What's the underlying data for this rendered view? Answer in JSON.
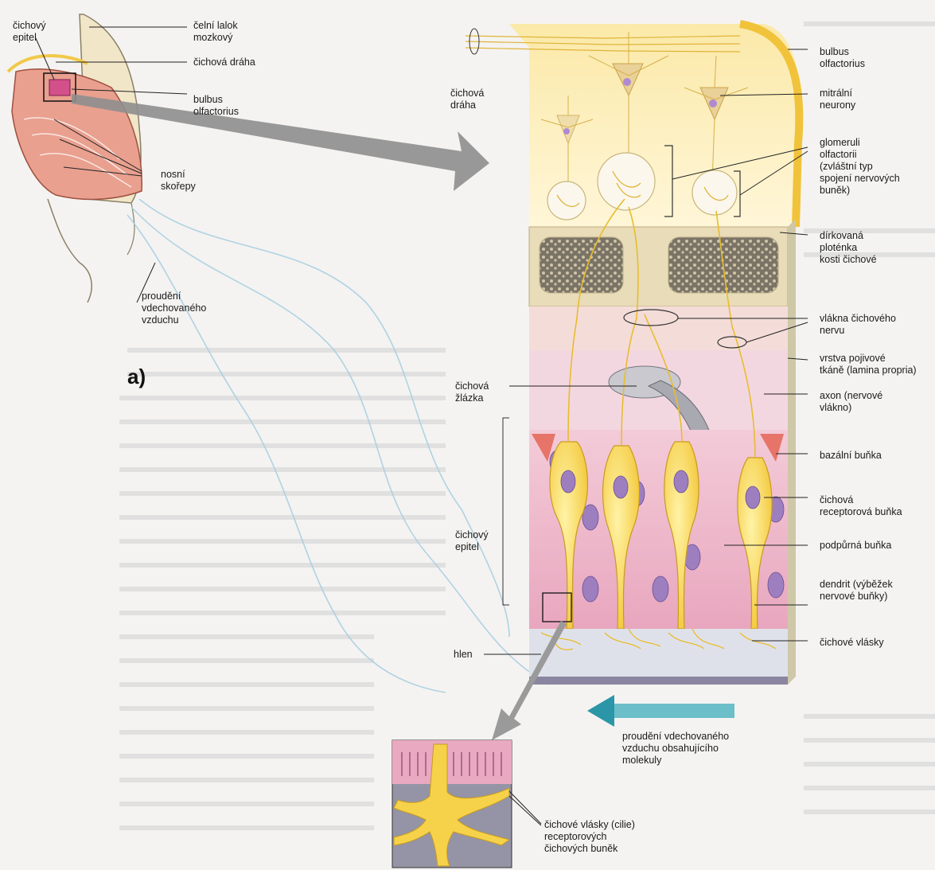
{
  "figure_label": "a)",
  "labels": {
    "nose_epithelium": "čichový\nepitel",
    "frontal_lobe": "čelní lalok\nmozkový",
    "olfactory_tract_small": "čichová dráha",
    "bulbus_small": "bulbus\nolfactorius",
    "conchae": "nosní\nskořepy",
    "airflow_nose": "proudění\nvdechovaného\nvzduchu",
    "olfactory_tract": "čichová\ndráha",
    "bulbus": "bulbus\nolfactorius",
    "mitral": "mitrální\nneurony",
    "glomeruli": "glomeruli\nolfactorii\n(zvláštní typ\nspojení nervových\nbuněk)",
    "cribriform": "dírkovaná\nploténka\nkosti čichové",
    "nerve_fibers": "vlákna čichového\nnervu",
    "lamina": "vrstva pojivové\ntkáně (lamina propria)",
    "axon": "axon (nervové\nvlákno)",
    "gland": "čichová\nžlázka",
    "basal": "bazální buňka",
    "receptor": "čichová\nreceptorová buňka",
    "support": "podpůrná buňka",
    "epithelium": "čichový\nepitel",
    "dendrite": "dendrit (výběžek\nnervové buňky)",
    "hairs": "čichové vlásky",
    "mucus": "hlen",
    "airflow_main": "proudění vdechovaného\nvzduchu obsahujícího\nmolekuly",
    "cilia": "čichové vlásky (cilie)\nreceptorových\nčichových buněk"
  },
  "colors": {
    "neuron_yellow": "#f6d24a",
    "tissue_pink": "#e9a9c0",
    "bone": "#e9dcb8",
    "arrow_grey": "#8e8e8e",
    "air_arrow": "#3aa3b4"
  }
}
